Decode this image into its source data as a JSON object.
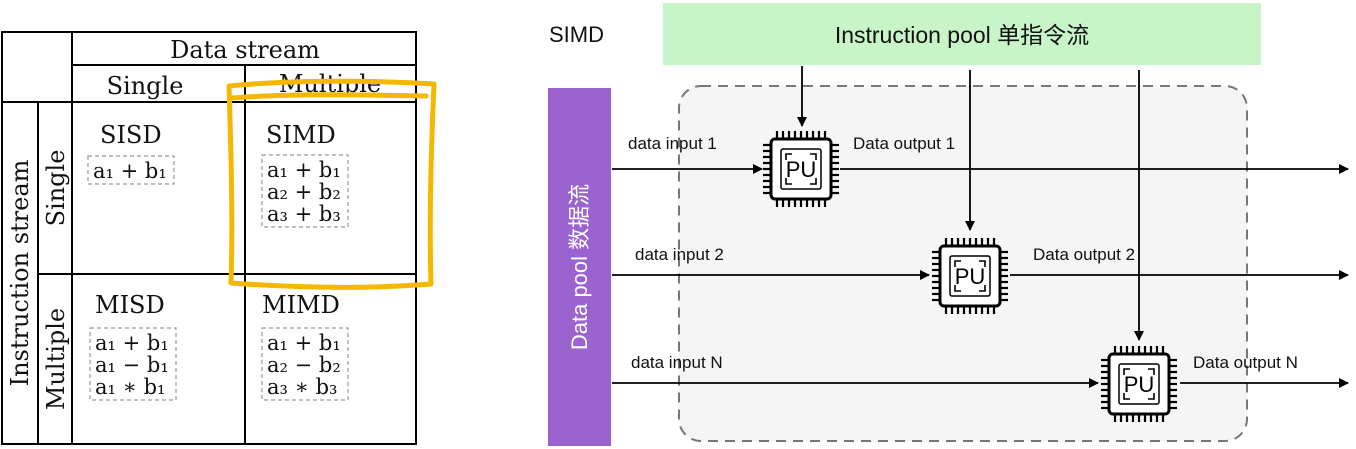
{
  "flynn_table": {
    "col_group_header": "Data stream",
    "col_single": "Single",
    "col_multiple": "Multiple",
    "row_group_header": "Instruction stream",
    "row_single": "Single",
    "row_multiple": "Multiple",
    "cells": {
      "sisd": {
        "title": "SISD",
        "lines": [
          "a₁ + b₁"
        ]
      },
      "simd": {
        "title": "SIMD",
        "lines": [
          "a₁ + b₁",
          "a₂ + b₂",
          "a₃ + b₃"
        ]
      },
      "misd": {
        "title": "MISD",
        "lines": [
          "a₁ + b₁",
          "a₁ − b₁",
          "a₁ ∗ b₁"
        ]
      },
      "mimd": {
        "title": "MIMD",
        "lines": [
          "a₁ + b₁",
          "a₂ − b₂",
          "a₃ ∗ b₃"
        ]
      }
    },
    "highlight_color": "#f5b800"
  },
  "simd_diagram": {
    "title": "SIMD",
    "instruction_pool": "Instruction pool 单指令流",
    "data_pool": "Data pool 数据流",
    "pu_label": "PU",
    "rows": [
      {
        "input": "data input 1",
        "output": "Data output  1"
      },
      {
        "input": "data input 2",
        "output": "Data output  2"
      },
      {
        "input": "data input N",
        "output": "Data output N"
      }
    ],
    "colors": {
      "instruction_pool": "#c8f5c8",
      "data_pool": "#9b63cf",
      "pool_region": "#f5f5f5",
      "pool_border": "#777777"
    }
  }
}
